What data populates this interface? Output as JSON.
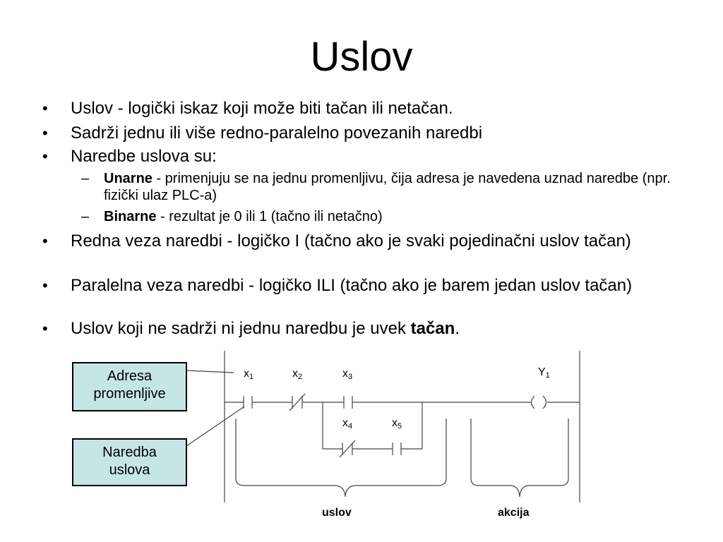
{
  "title": "Uslov",
  "bullets": {
    "b1": "Uslov - logički iskaz koji može biti tačan ili netačan.",
    "b2": "Sadrži jednu ili više redno-paralelno povezanih naredbi",
    "b3": "Naredbe uslova su:",
    "sub1_bold": "Unarne",
    "sub1_rest": " - primenjuju se na jednu promenljivu, čija adresa je navedena uznad naredbe (npr. fizički ulaz PLC-a)",
    "sub2_bold": "Binarne",
    "sub2_rest": " - rezultat je 0 ili 1 (tačno ili netačno)",
    "b4": "Redna veza naredbi - logičko I (tačno ako je svaki pojedinačni uslov tačan)",
    "b5": "Paralelna veza naredbi - logičko ILI (tačno ako je barem jedan uslov tačan)",
    "b6_pre": "Uslov koji ne sadrži ni jednu naredbu je uvek ",
    "b6_bold": "tačan",
    "b6_post": "."
  },
  "diagram": {
    "callout_address": [
      "Adresa",
      "promenljive"
    ],
    "callout_instruction": [
      "Naredba",
      "uslova"
    ],
    "contacts": {
      "x1": {
        "base": "x",
        "sub": "1"
      },
      "x2": {
        "base": "x",
        "sub": "2"
      },
      "x3": {
        "base": "x",
        "sub": "3"
      },
      "x4": {
        "base": "x",
        "sub": "4"
      },
      "x5": {
        "base": "x",
        "sub": "5"
      },
      "y1": {
        "base": "Y",
        "sub": "1"
      }
    },
    "label_condition": "uslov",
    "label_action": "akcija"
  },
  "colors": {
    "callout_fill": "#c6e6e6",
    "line": "#444444"
  }
}
